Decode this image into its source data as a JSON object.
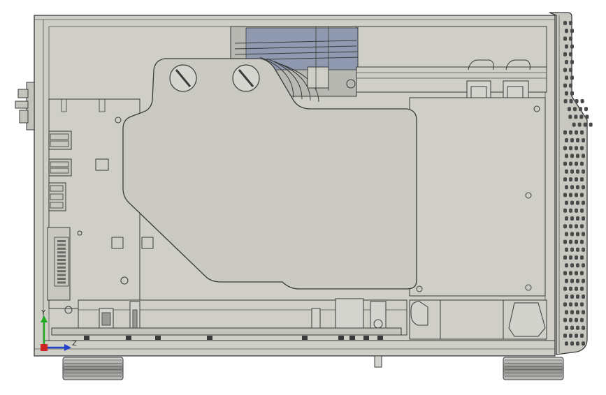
{
  "triad": {
    "y_label": "Y",
    "z_label": "Z",
    "colors": {
      "y": "#22aa22",
      "z": "#2244cc",
      "x": "#cc2222"
    }
  },
  "colors": {
    "background": "#ffffff",
    "body_fill": "#cfcfc8",
    "plate_fill": "#c6c6be",
    "edge": "#3a3a3a",
    "vent_hole": "#4a4a4a",
    "foot_fill": "#9a9a98"
  },
  "counts": {
    "vent_columns": 4,
    "vent_rows": 42,
    "foot_ribs": 6
  }
}
